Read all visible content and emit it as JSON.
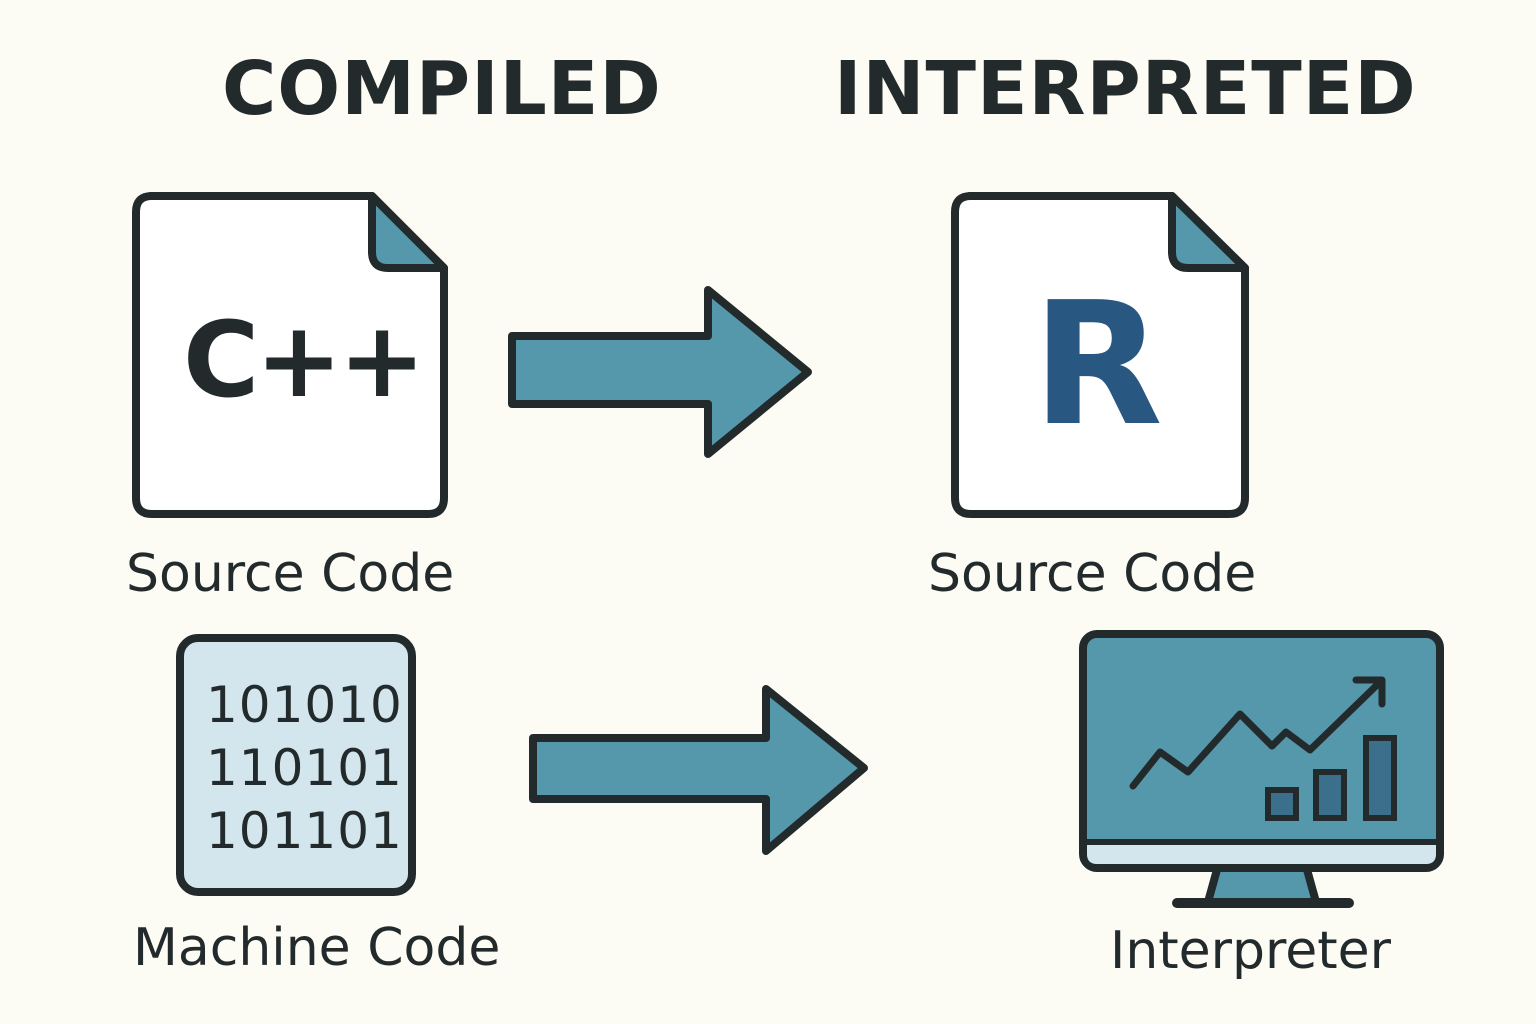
{
  "headings": {
    "compiled": "COMPILED",
    "interpreted": "INTERPRETED"
  },
  "compiled": {
    "source_doc": {
      "language_label": "C++",
      "icon": "document-icon"
    },
    "source_caption": "Source Code",
    "machine_code": {
      "lines": [
        "101010",
        "110101",
        "101101"
      ],
      "icon": "binary-document-icon"
    },
    "machine_caption": "Machine Code"
  },
  "interpreted": {
    "source_doc": {
      "language_label": "R",
      "icon": "document-icon"
    },
    "source_caption": "Source Code",
    "interpreter": {
      "icon": "monitor-chart-icon"
    },
    "interpreter_caption": "Interpreter"
  },
  "arrows": [
    {
      "icon": "arrow-right-icon",
      "from": "compiled",
      "to": "interpreted"
    },
    {
      "icon": "arrow-right-icon",
      "from": "compiled",
      "to": "interpreted"
    }
  ],
  "colors": {
    "background": "#fcfbf4",
    "outline": "#222a2c",
    "accent_teal": "#5597ab",
    "accent_light": "#d3e6ee",
    "r_blue": "#285782",
    "bar_dark": "#3c6f8c"
  }
}
